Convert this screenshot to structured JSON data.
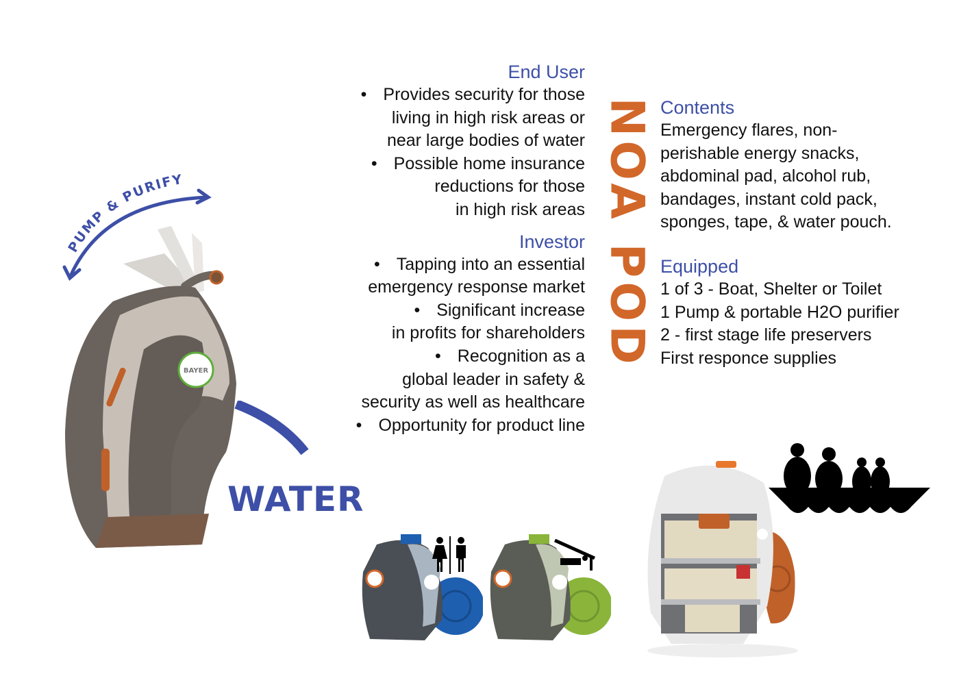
{
  "brand": {
    "title": "NOA POD",
    "color": "#d2672a"
  },
  "accent_color": "#3d4fa6",
  "labels": {
    "pump_purify": "PUMP & PURIFY",
    "water": "WATER",
    "logo": "BAYER"
  },
  "end_user": {
    "heading": "End User",
    "lines": [
      {
        "text": "Provides security for those",
        "bullet": true
      },
      {
        "text": "living in high risk areas or",
        "bullet": false
      },
      {
        "text": "near large bodies of water",
        "bullet": false
      },
      {
        "text": "Possible home insurance",
        "bullet": true
      },
      {
        "text": "reductions for those",
        "bullet": false
      },
      {
        "text": "in high risk areas",
        "bullet": false
      }
    ]
  },
  "investor": {
    "heading": "Investor",
    "lines": [
      {
        "text": "Tapping into an essential",
        "bullet": true
      },
      {
        "text": "emergency response market",
        "bullet": false
      },
      {
        "text": "Significant increase",
        "bullet": true
      },
      {
        "text": "in profits for shareholders",
        "bullet": false
      },
      {
        "text": "Recognition as a",
        "bullet": true
      },
      {
        "text": "global leader in safety &",
        "bullet": false
      },
      {
        "text": "security as well as healthcare",
        "bullet": false
      },
      {
        "text": "Opportunity for product line",
        "bullet": true
      }
    ]
  },
  "contents": {
    "heading": "Contents",
    "lines": [
      "Emergency flares, non-",
      "perishable energy snacks,",
      "abdominal pad, alcohol rub,",
      "bandages, instant cold pack,",
      "sponges, tape, & water pouch."
    ]
  },
  "equipped": {
    "heading": "Equipped",
    "lines": [
      "1 of 3 - Boat, Shelter or Toilet",
      "1 Pump & portable H2O purifier",
      "2 - first stage life preservers",
      "First responce supplies"
    ]
  },
  "variants": [
    {
      "name": "toilet",
      "color": "#1e5fb0",
      "icon": "restroom-icon"
    },
    {
      "name": "shelter",
      "color": "#8ab53a",
      "icon": "shelter-icon"
    },
    {
      "name": "boat",
      "color": "#c0612a",
      "icon": "boat-icon"
    }
  ]
}
